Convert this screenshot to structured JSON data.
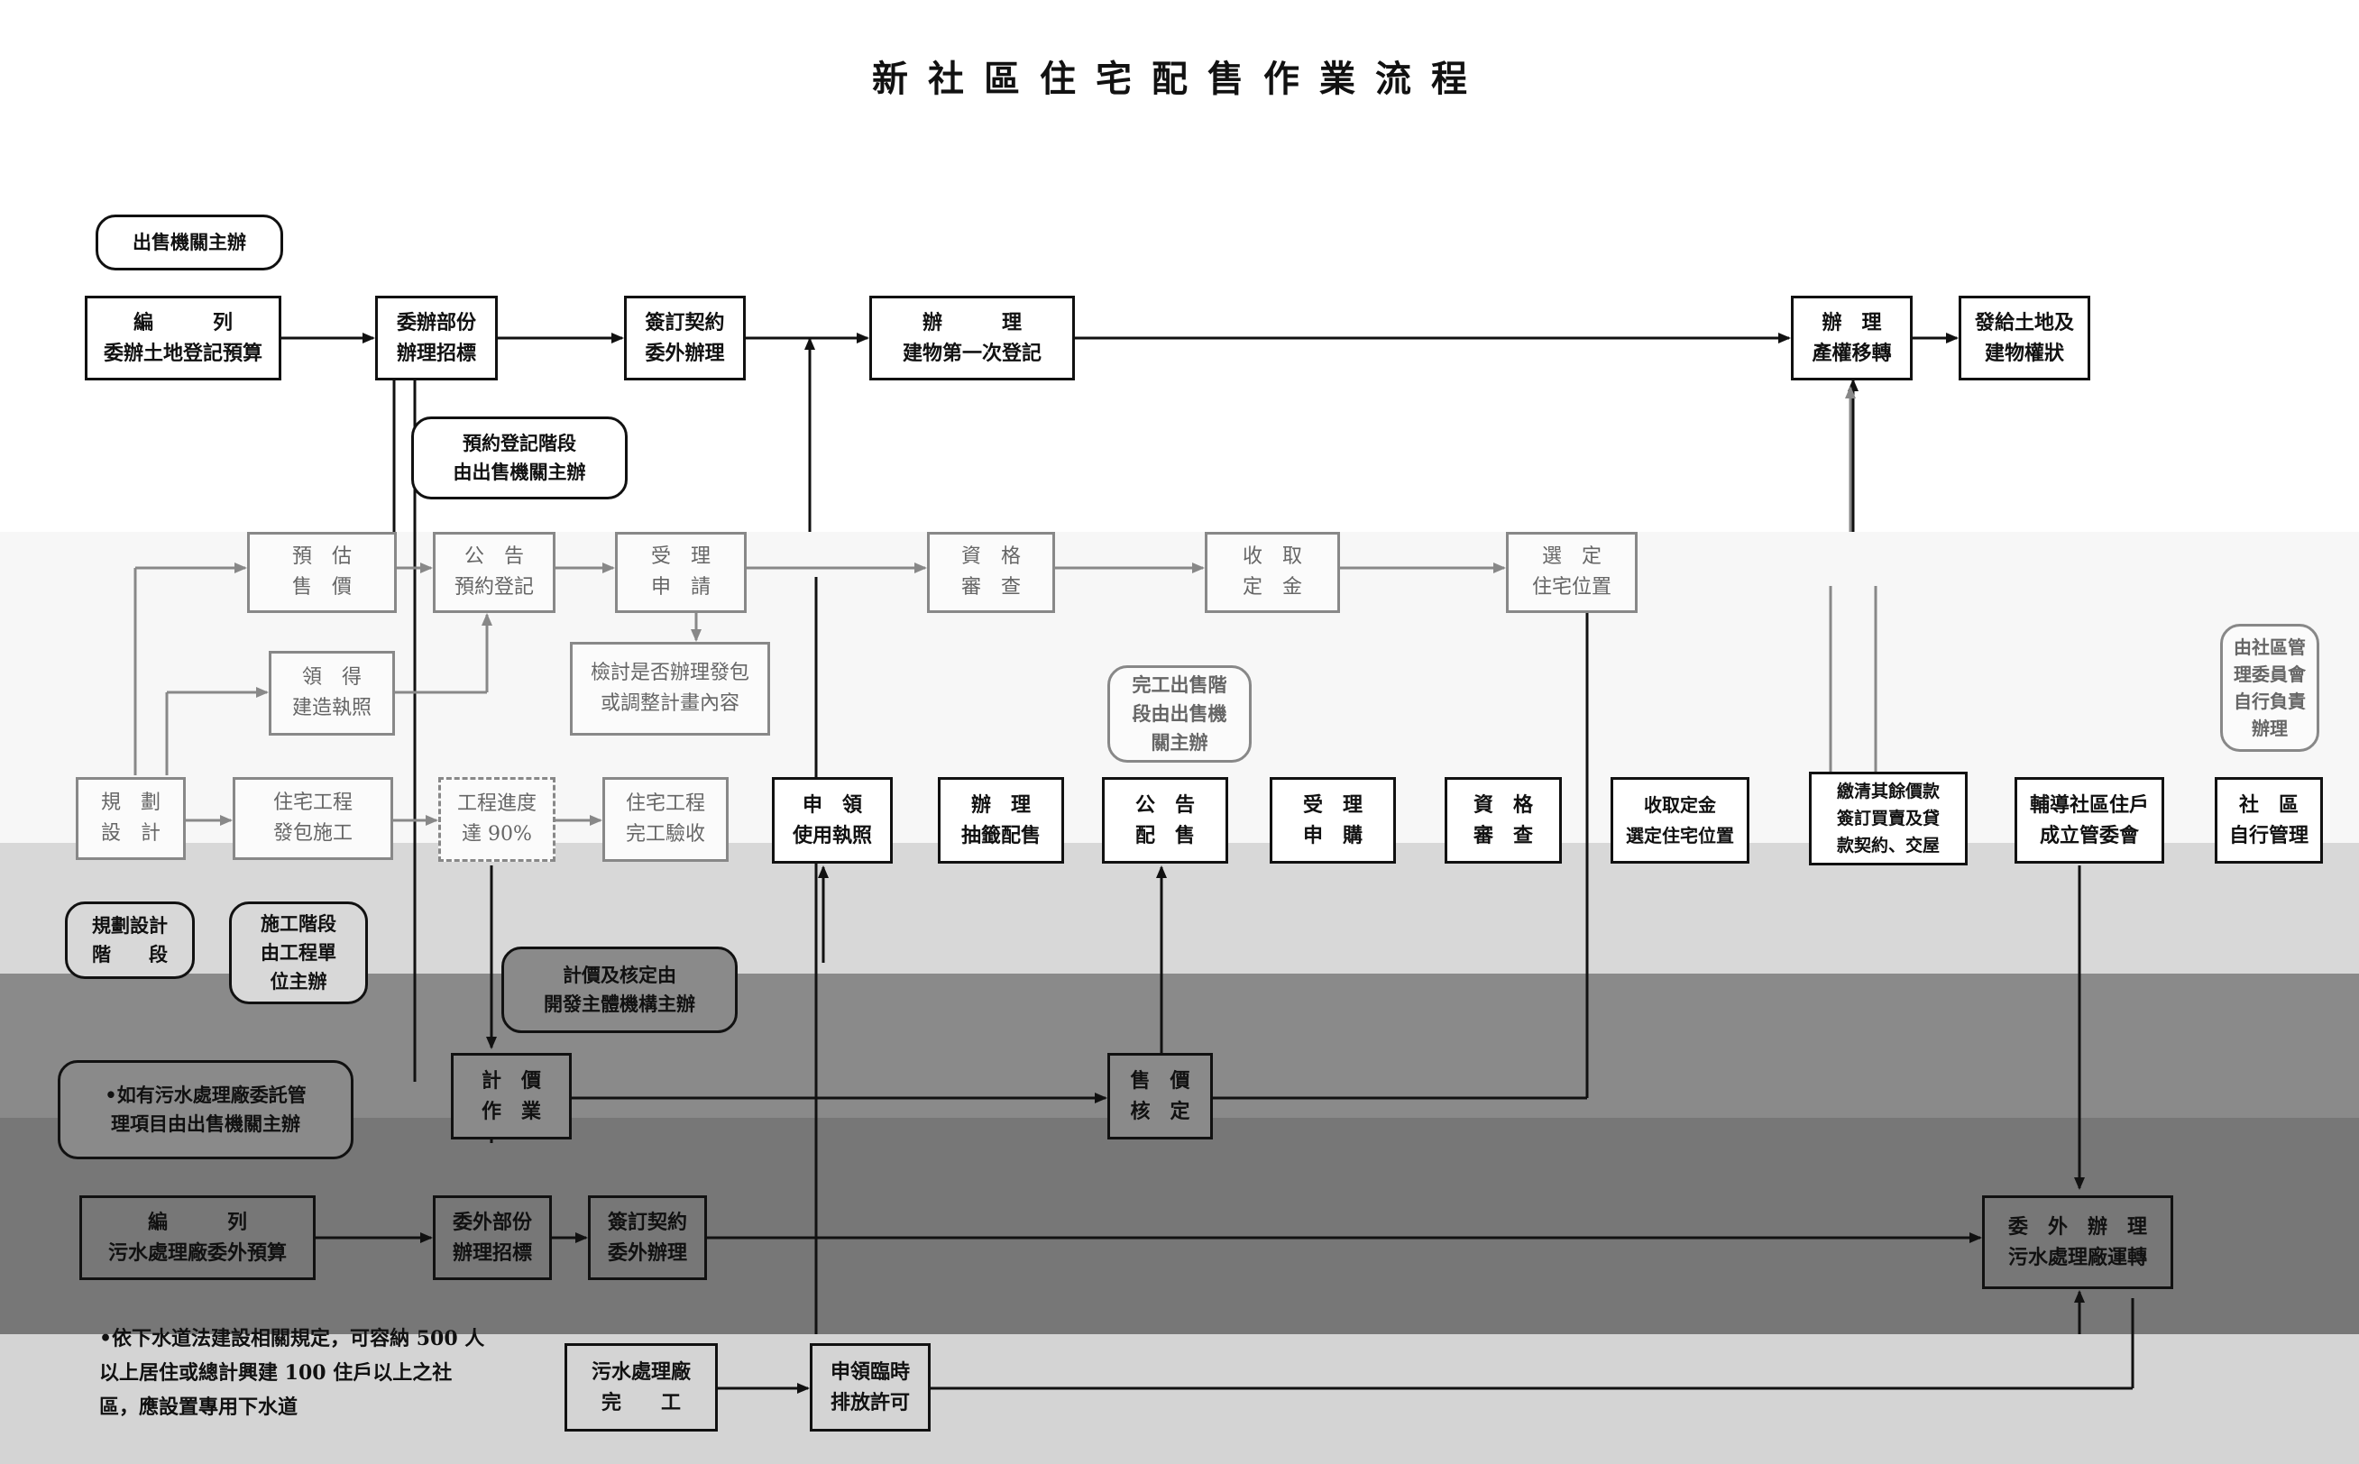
{
  "title": "新社區住宅配售作業流程",
  "row_top": {
    "draft_budget": [
      "編　　　列",
      "委辦土地登記預算"
    ],
    "delegate_tender": [
      "委辦部份",
      "辦理招標"
    ],
    "sign_contract": [
      "簽訂契約",
      "委外辦理"
    ],
    "first_registration": [
      "辦　　　理",
      "建物第一次登記"
    ],
    "ownership_transfer": [
      "辦　理",
      "產權移轉"
    ],
    "issue_certificates": [
      "發給土地及",
      "建物權狀"
    ]
  },
  "row_sale": {
    "pre_sale_price": [
      "預　估",
      "售　價"
    ],
    "pre_register_notice": [
      "公　告",
      "預約登記"
    ],
    "accept_application": [
      "受　理",
      "申　請"
    ],
    "qualification_review": [
      "資　格",
      "審　查"
    ],
    "collect_deposit": [
      "收　取",
      "定　金"
    ],
    "select_unit": [
      "選　定",
      "住宅位置"
    ],
    "building_permit": [
      "領　得",
      "建造執照"
    ],
    "review_outsource": [
      "檢討是否辦理發包",
      "或調整計畫內容"
    ]
  },
  "row_main": {
    "planning": [
      "規　劃",
      "設　計"
    ],
    "construction": [
      "住宅工程",
      "發包施工"
    ],
    "progress": [
      "工程進度",
      "達 90%"
    ],
    "completion": [
      "住宅工程",
      "完工驗收"
    ],
    "use_license": [
      "申　領",
      "使用執照"
    ],
    "lottery": [
      "辦　理",
      "抽籤配售"
    ],
    "allocation_notice": [
      "公　告",
      "配　售"
    ],
    "accept_purchase": [
      "受　理",
      "申　購"
    ],
    "qualification_check": [
      "資　格",
      "審　查"
    ],
    "collect_deposit2": [
      "收取定金",
      "選定住宅位置"
    ],
    "sign_contract_handover": [
      "繳清其餘價款",
      "簽訂買賣及貸",
      "款契約、交屋"
    ],
    "resident_committee": [
      "輔導社區住戶",
      "成立管委會"
    ],
    "community_management": [
      "社　區",
      "自行管理"
    ]
  },
  "row_lower": {
    "pricing": [
      "計　價",
      "作　業"
    ],
    "sale_price_approval": [
      "售　價",
      "核　定"
    ],
    "sewage_budget": [
      "編　　　列",
      "污水處理廠委外預算"
    ],
    "sewage_tender": [
      "委外部份",
      "辦理招標"
    ],
    "sewage_contract": [
      "簽訂契約",
      "委外辦理"
    ],
    "sewage_operation": [
      "委　外　辦　理",
      "污水處理廠運轉"
    ],
    "sewage_completion": [
      "污水處理廠",
      "完　　工"
    ],
    "discharge_permit": [
      "申領臨時",
      "排放許可"
    ]
  },
  "bubbles": {
    "sale_agency": [
      "出售機關主辦"
    ],
    "pre_register_stage": [
      "預約登記階段",
      "由出售機關主辦"
    ],
    "completion_sale_stage": [
      "完工出售階",
      "段由出售機",
      "關主辦"
    ],
    "community_committee": [
      "由社區管",
      "理委員會",
      "自行負責",
      "辦理"
    ],
    "planning_stage": [
      "規劃設計",
      "階　　段"
    ],
    "construction_stage": [
      "施工階段",
      "由工程單",
      "位主辦"
    ],
    "pricing_agency": [
      "計價及核定由",
      "開發主體機構主辦"
    ],
    "sewage_note": [
      "•如有污水處理廠委託管",
      "理項目由出售機關主辦"
    ]
  },
  "footnote": [
    "•依下水道法建設相關規定，可容納 500 人",
    "以上居住或總計興建 100 住戶以上之社",
    "區，應設置專用下水道"
  ]
}
